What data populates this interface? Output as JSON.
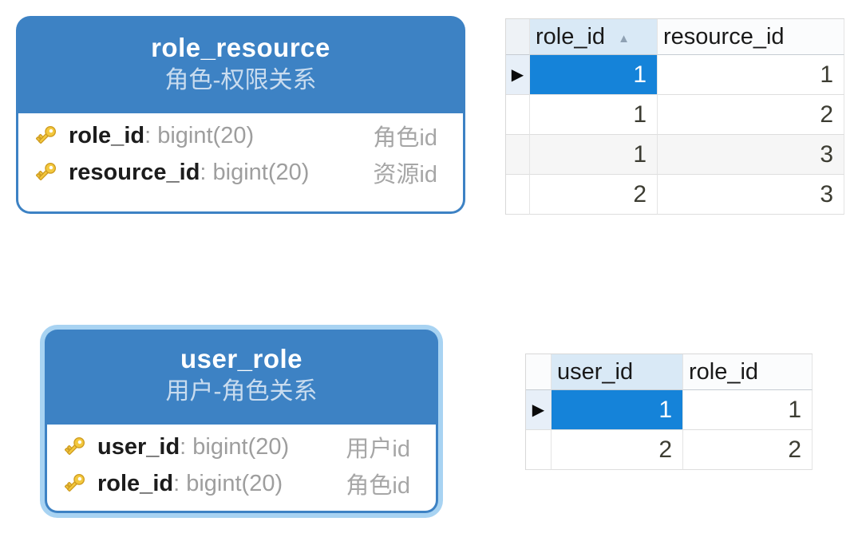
{
  "diagram": {
    "entities": [
      {
        "name": "role_resource",
        "comment": "角色-权限关系",
        "fields": [
          {
            "name": "role_id",
            "type": ": bigint(20)",
            "comment": "角色id"
          },
          {
            "name": "resource_id",
            "type": ": bigint(20)",
            "comment": "资源id"
          }
        ]
      },
      {
        "name": "user_role",
        "comment": "用户-角色关系",
        "fields": [
          {
            "name": "user_id",
            "type": ": bigint(20)",
            "comment": "用户id"
          },
          {
            "name": "role_id",
            "type": ": bigint(20)",
            "comment": "角色id"
          }
        ]
      }
    ]
  },
  "grids": [
    {
      "columns": [
        "role_id",
        "resource_id"
      ],
      "sort_column": "role_id",
      "sort_direction": "ascending",
      "rows": [
        [
          "1",
          "1"
        ],
        [
          "1",
          "2"
        ],
        [
          "1",
          "3"
        ],
        [
          "2",
          "3"
        ]
      ],
      "selection": {
        "row": 1,
        "column": "role_id"
      }
    },
    {
      "columns": [
        "user_id",
        "role_id"
      ],
      "rows": [
        [
          "1",
          "1"
        ],
        [
          "2",
          "2"
        ]
      ],
      "selection": {
        "row": 1,
        "column": "user_id"
      }
    }
  ],
  "icons": {
    "sort_ascending": "▲",
    "row_pointer": "▶"
  },
  "colors": {
    "entity_header_blue": "#3d82c4",
    "selected_entity_outline": "#a8d3f2",
    "cell_selection_blue": "#1583d9",
    "sorted_header_bg": "#d9e9f6",
    "key_icon_yellow": "#f3c83d"
  }
}
